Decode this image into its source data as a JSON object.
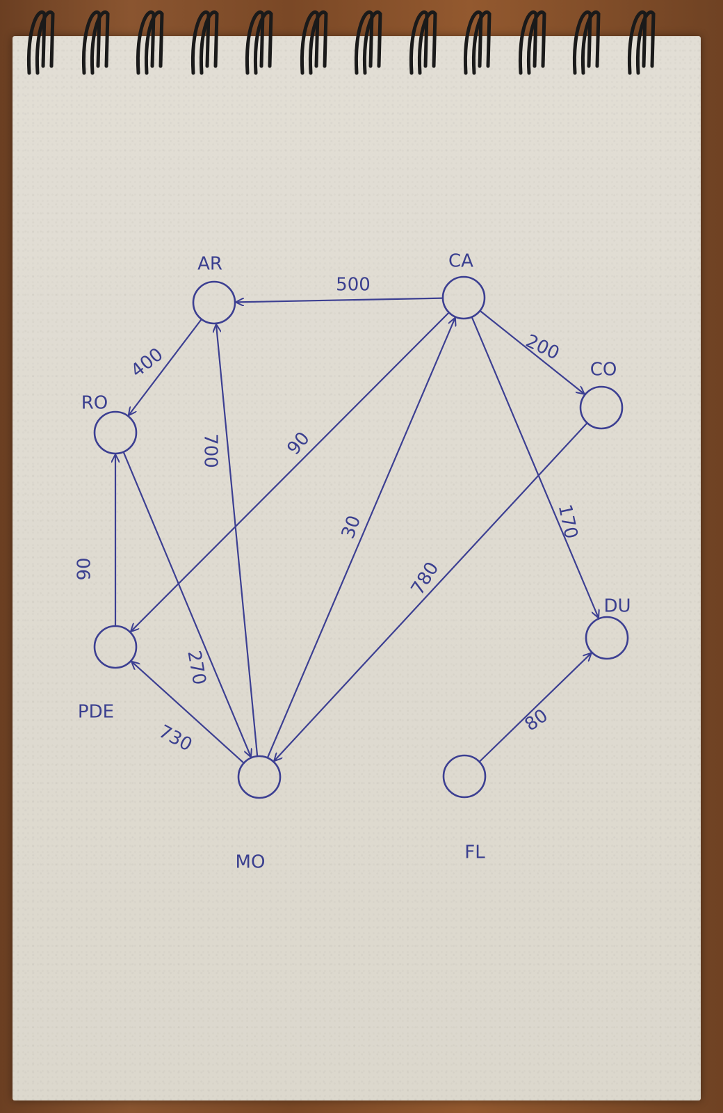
{
  "nodes": [
    {
      "id": "AR",
      "label": "AR"
    },
    {
      "id": "CA",
      "label": "CA"
    },
    {
      "id": "CO",
      "label": "CO"
    },
    {
      "id": "RO",
      "label": "RO"
    },
    {
      "id": "PDE",
      "label": "PDE"
    },
    {
      "id": "MO",
      "label": "MO"
    },
    {
      "id": "DU",
      "label": "DU"
    },
    {
      "id": "FL",
      "label": "FL"
    }
  ],
  "edges": [
    {
      "from": "CA",
      "to": "AR",
      "weight": "500"
    },
    {
      "from": "AR",
      "to": "RO",
      "weight": "400"
    },
    {
      "from": "CA",
      "to": "CO",
      "weight": "200"
    },
    {
      "from": "MO",
      "to": "AR",
      "weight": "700"
    },
    {
      "from": "CA",
      "to": "PDE",
      "weight": "90"
    },
    {
      "from": "MO",
      "to": "CA",
      "weight": "30"
    },
    {
      "from": "CA",
      "to": "DU",
      "weight": "170"
    },
    {
      "from": "CO",
      "to": "MO",
      "weight": "780"
    },
    {
      "from": "PDE",
      "to": "RO",
      "weight": "90"
    },
    {
      "from": "RO",
      "to": "MO",
      "weight": "270"
    },
    {
      "from": "MO",
      "to": "PDE",
      "weight": "730"
    },
    {
      "from": "FL",
      "to": "DU",
      "weight": "80"
    }
  ]
}
